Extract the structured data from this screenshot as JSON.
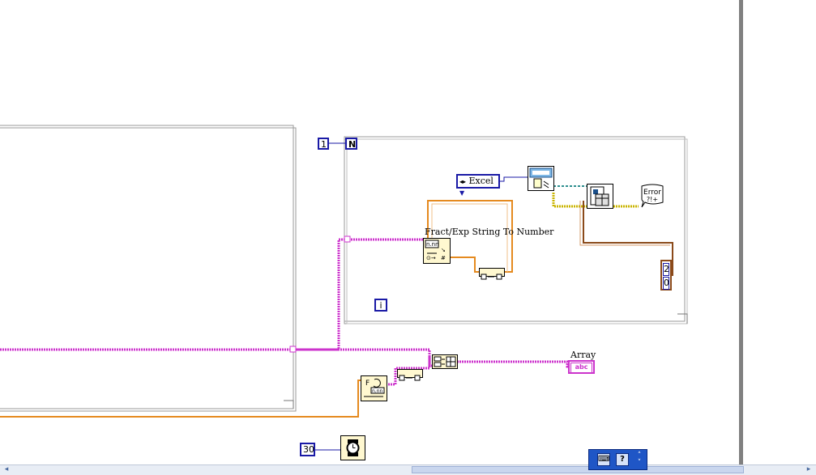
{
  "diagram": {
    "loop_count_constant": "1",
    "loop_count_terminal": "N",
    "iteration_terminal": "i",
    "excel_enum": "Excel",
    "fract_exp_label": "Fract/Exp String To Number",
    "array_label": "Array",
    "array_indicator": "abc",
    "array_index_top": "2",
    "array_index_bottom": "0",
    "wait_constant": "30",
    "error_node_text": "Error"
  },
  "colors": {
    "string_wire": "#cc33cc",
    "number_wire": "#e58a1f",
    "refnum_wire": "#2f8f8f",
    "error_wire": "#c9b400",
    "cluster_wire": "#8b4a1a",
    "blue_wire": "#1a1aa6"
  },
  "icons": [
    "excel-enum-icon",
    "report-icon",
    "table-icon",
    "error-handler-icon",
    "wait-icon",
    "build-array-icon",
    "format-icon"
  ],
  "palette": {
    "buttons": [
      "keyboard-icon",
      "help-icon",
      "menu-icon"
    ]
  }
}
